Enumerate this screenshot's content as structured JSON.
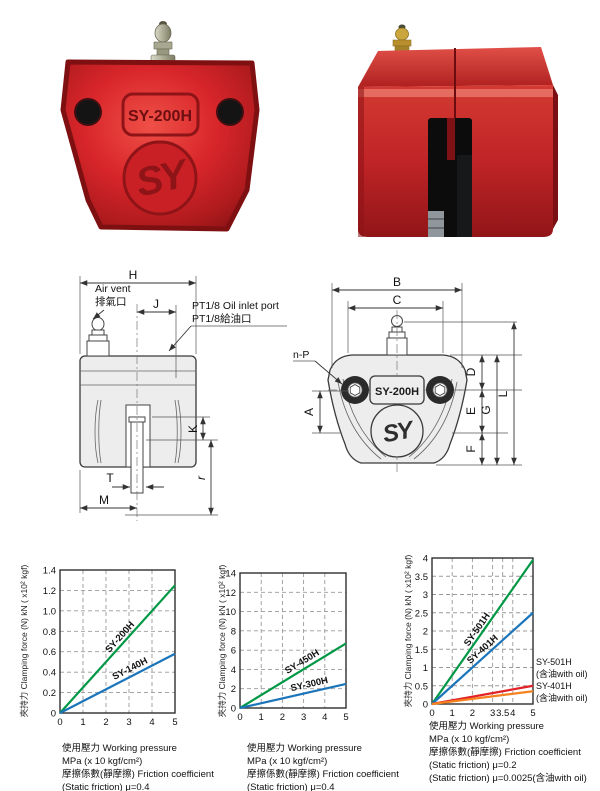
{
  "page": {
    "background": "#ffffff"
  },
  "photos": {
    "front": {
      "model_label": "SY-200H",
      "logo": "SY"
    },
    "side": {}
  },
  "drawings": {
    "side": {
      "dims": {
        "H": "H",
        "J": "J",
        "K": "K",
        "T": "T",
        "M": "M",
        "r": "r"
      },
      "air_vent_en": "Air vent",
      "air_vent_zh": "排氣口",
      "oil_port_en": "PT1/8 Oil inlet port",
      "oil_port_zh": "PT1/8給油口"
    },
    "front": {
      "dims": {
        "B": "B",
        "C": "C",
        "A": "A",
        "D": "D",
        "E": "E",
        "F": "F",
        "G": "G",
        "L": "L",
        "nP": "n-P"
      },
      "model_label": "SY-200H",
      "logo": "SY"
    }
  },
  "chart_data": [
    {
      "type": "line",
      "ylabel": "夾持力 Clamping force (N) kN ( x10² kgf)",
      "xlabel_lines": [
        "使用壓力 Working pressure",
        "MPa (x 10 kgf/cm²)",
        "摩擦係數(靜摩擦) Friction coefficient",
        "(Static friction) μ=0.4"
      ],
      "xlim": [
        0,
        5
      ],
      "ylim": [
        0,
        1.4
      ],
      "xticks": [
        0,
        1,
        2,
        3,
        4,
        5
      ],
      "xtick_labels": [
        "0",
        "1",
        "2",
        "3",
        "4",
        "5"
      ],
      "yticks": [
        0,
        0.2,
        0.4,
        0.6,
        0.8,
        1.0,
        1.2,
        1.4
      ],
      "ytick_labels": [
        "0",
        "0.2",
        "0.4",
        "0.6",
        "0.8",
        "1.0",
        "1.2",
        "1.4"
      ],
      "grid": true,
      "legend_position": "inline",
      "series": [
        {
          "name": "SY-200H",
          "color": "#009845",
          "x": [
            0,
            5
          ],
          "y": [
            0,
            1.25
          ]
        },
        {
          "name": "SY-140H",
          "color": "#1b75bb",
          "x": [
            0,
            5
          ],
          "y": [
            0,
            0.58
          ]
        }
      ]
    },
    {
      "type": "line",
      "ylabel": "夾持力 Clamping force (N) kN ( x10² kgf)",
      "xlabel_lines": [
        "使用壓力 Working pressure",
        "MPa (x 10 kgf/cm²)",
        "摩擦係數(靜摩擦) Friction coefficient",
        "(Static friction) μ=0.4"
      ],
      "xlim": [
        0,
        5
      ],
      "ylim": [
        0,
        14
      ],
      "xticks": [
        0,
        1,
        2,
        3,
        4,
        5
      ],
      "xtick_labels": [
        "0",
        "1",
        "2",
        "3",
        "4",
        "5"
      ],
      "yticks": [
        0,
        2,
        4,
        6,
        8,
        10,
        12,
        14
      ],
      "ytick_labels": [
        "0",
        "2",
        "4",
        "6",
        "8",
        "10",
        "12",
        "14"
      ],
      "grid": true,
      "legend_position": "inline",
      "series": [
        {
          "name": "SY-450H",
          "color": "#009845",
          "x": [
            0,
            5
          ],
          "y": [
            0,
            6.7
          ]
        },
        {
          "name": "SY-300H",
          "color": "#1b75bb",
          "x": [
            0,
            5
          ],
          "y": [
            0,
            2.5
          ]
        }
      ]
    },
    {
      "type": "line",
      "ylabel": "夾持力 Clamping force (N) kN ( x10² kgf)",
      "xlabel_lines": [
        "使用壓力 Working pressure",
        "MPa (x 10 kgf/cm²)",
        "摩擦係數(靜摩擦) Friction coefficient",
        "(Static friction) μ=0.2",
        "(Static friction) μ=0.0025(含油with oil)"
      ],
      "xlim": [
        0,
        5
      ],
      "ylim": [
        0,
        4
      ],
      "xticks": [
        0,
        1,
        2,
        3,
        3.5,
        4,
        5
      ],
      "xtick_labels": [
        "0",
        "1",
        "2",
        "3",
        "3.5",
        "4",
        "5"
      ],
      "yticks": [
        0,
        0.5,
        1,
        1.5,
        2,
        2.5,
        3,
        3.5,
        4
      ],
      "ytick_labels": [
        "0",
        "0.5",
        "1",
        "1.5",
        "2",
        "2.5",
        "3",
        "3.5",
        "4"
      ],
      "grid": true,
      "legend_position": "right",
      "legend": [
        "SY-501H",
        "(含油with oil)",
        "SY-401H",
        "(含油with oil)"
      ],
      "series": [
        {
          "name": "SY-501H",
          "color": "#009845",
          "x": [
            0,
            5
          ],
          "y": [
            0,
            3.95
          ]
        },
        {
          "name": "SY-401H",
          "color": "#1b75bb",
          "x": [
            0,
            5
          ],
          "y": [
            0,
            2.5
          ]
        },
        {
          "name": "SY-501H (含油with oil)",
          "color": "#e02227",
          "x": [
            0,
            5
          ],
          "y": [
            0,
            0.5
          ]
        },
        {
          "name": "SY-401H (含油with oil)",
          "color": "#f5821f",
          "x": [
            0,
            5
          ],
          "y": [
            0,
            0.35
          ]
        }
      ]
    }
  ],
  "colors": {
    "device_red": "#c0181d",
    "drawing_fill": "#ededed",
    "line_green": "#009845",
    "line_blue": "#1b75bb",
    "line_red": "#e02227",
    "line_orange": "#f5821f"
  }
}
